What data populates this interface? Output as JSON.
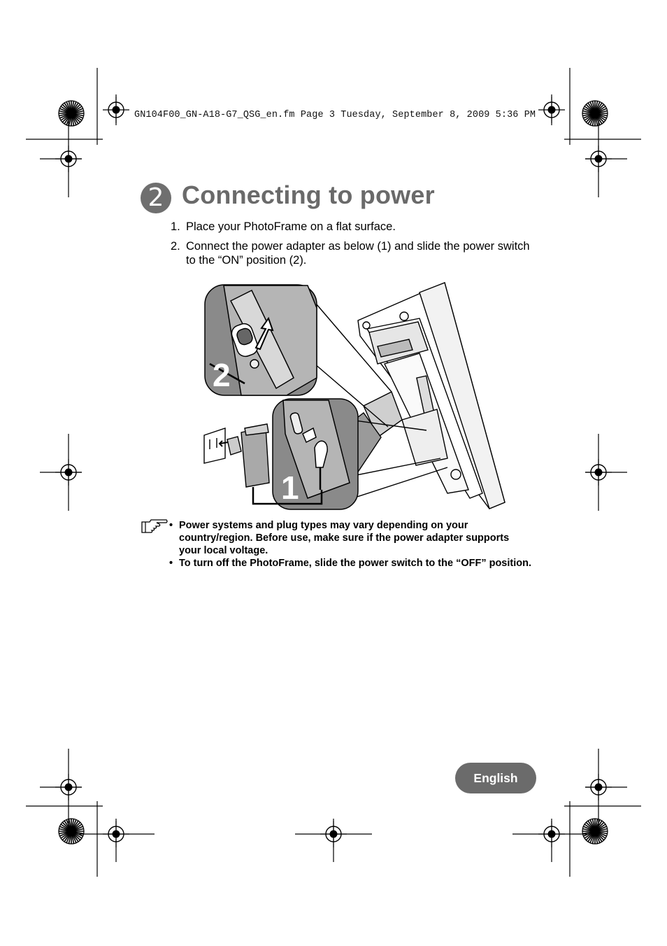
{
  "header": {
    "slug": "GN104F00_GN-A18-G7_QSG_en.fm  Page 3  Tuesday, September 8, 2009  5:36 PM"
  },
  "section": {
    "number": "2",
    "title": "Connecting to power"
  },
  "steps": [
    {
      "num": "1.",
      "text": "Place your PhotoFrame on a flat surface."
    },
    {
      "num": "2.",
      "text": "Connect the power adapter as below (1) and slide the power switch to the “ON” position (2)."
    }
  ],
  "illustration": {
    "callout_top": "2",
    "callout_bottom": "1",
    "icon": "photoframe-power-connection-illustration"
  },
  "notes": {
    "icon": "pointing-hand-icon",
    "items": [
      {
        "bullet": "•",
        "text": "Power systems and plug types may vary depending on your country/region. Before use, make sure if the power adapter supports your local voltage."
      },
      {
        "bullet": "•",
        "text": "To turn off the PhotoFrame, slide the power switch to the “OFF” position."
      }
    ]
  },
  "footer": {
    "language": "English"
  },
  "colors": {
    "badge": "#6f6f6f",
    "title": "#6a6a6a",
    "callout_bg": "#8a8a8a",
    "pill": "#6b6b6b"
  }
}
